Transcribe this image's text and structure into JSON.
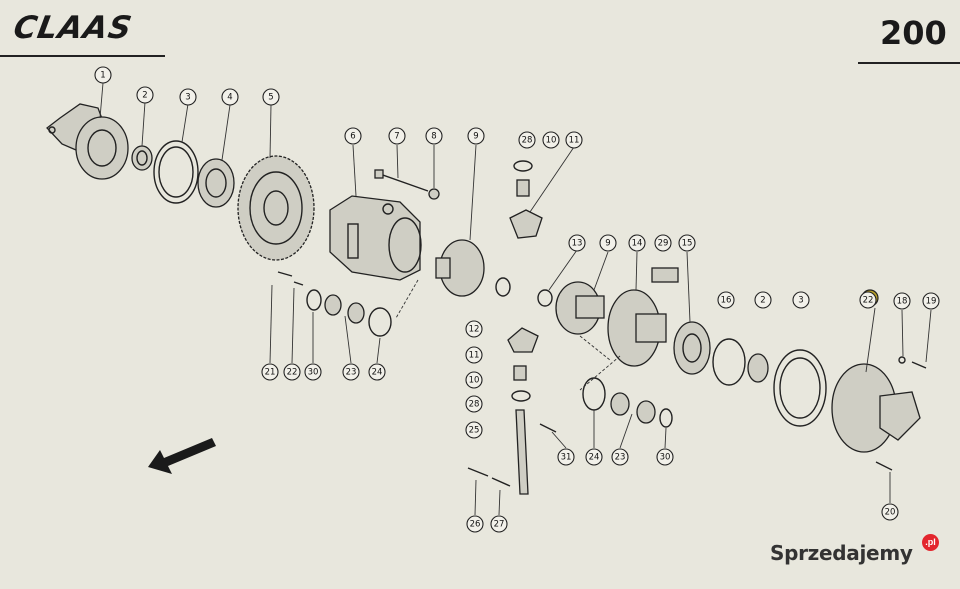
{
  "header": {
    "brand_logo": "CLAAS",
    "page_number": "200"
  },
  "watermark": {
    "text": "Sprzedajemy",
    "badge": ".pl"
  },
  "callouts": [
    "1",
    "2",
    "3",
    "4",
    "5",
    "6",
    "7",
    "8",
    "9",
    "28",
    "10",
    "11",
    "13",
    "9",
    "14",
    "29",
    "15",
    "16",
    "2",
    "3",
    "22",
    "18",
    "19",
    "21",
    "22",
    "30",
    "23",
    "24",
    "12",
    "11",
    "10",
    "28",
    "25",
    "31",
    "24",
    "23",
    "30",
    "26",
    "27",
    "20"
  ],
  "colors": {
    "paper": "#e8e7dd",
    "ink": "#222222",
    "highlight_part": "#b8a12a"
  },
  "icons": [
    "direction-arrow-icon"
  ]
}
